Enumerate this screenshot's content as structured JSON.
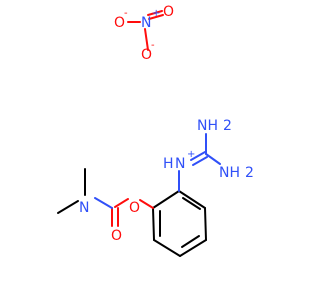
{
  "molecule": {
    "colors": {
      "bond": "#000000",
      "oxygen": "#ff0d0d",
      "nitrogen": "#3050f8"
    },
    "nitrate": {
      "o_left": "O",
      "o_left_charge": "-",
      "n_center": "N",
      "n_center_charge": "+",
      "o_top": "O",
      "o_bottom": "O",
      "o_bottom_charge": "-"
    },
    "guanidinium": {
      "nh2_top": "NH",
      "nh2_top_sub": "2",
      "nh2_right": "NH",
      "nh2_right_sub": "2",
      "nh_plus": "N",
      "nh_plus_h": "H",
      "nh_plus_charge": "+"
    },
    "carbamate": {
      "n_dimethyl": "N",
      "o_carbonyl": "O",
      "o_ester": "O"
    }
  }
}
